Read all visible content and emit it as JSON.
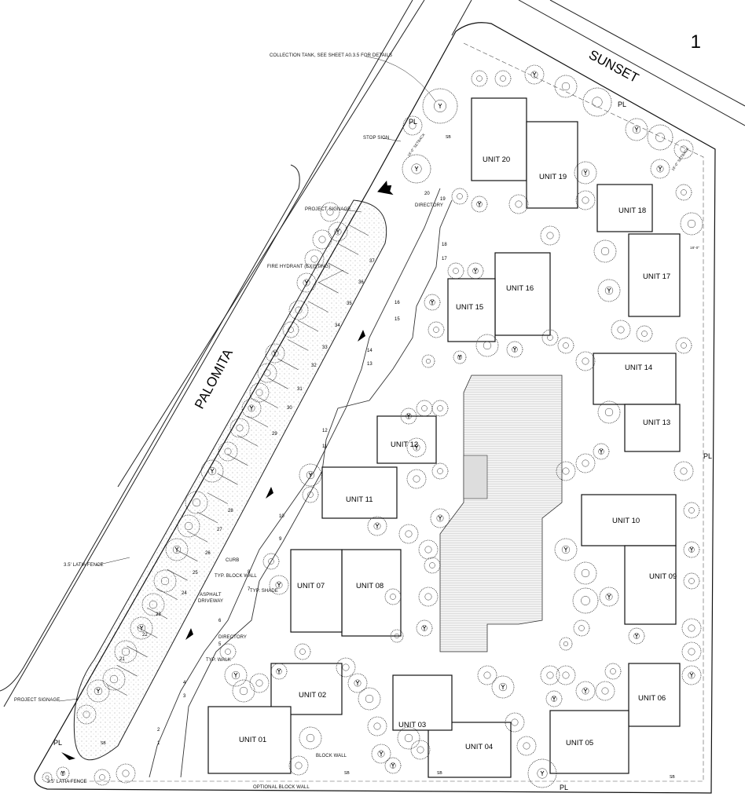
{
  "sheet_number": "1",
  "streets": {
    "north": "SUNSET",
    "west": "PALOMITA"
  },
  "units": [
    {
      "id": "u20",
      "label": "UNIT 20"
    },
    {
      "id": "u19",
      "label": "UNIT 19"
    },
    {
      "id": "u18",
      "label": "UNIT 18"
    },
    {
      "id": "u17",
      "label": "UNIT 17"
    },
    {
      "id": "u16",
      "label": "UNIT 16"
    },
    {
      "id": "u15",
      "label": "UNIT 15"
    },
    {
      "id": "u14",
      "label": "UNIT 14"
    },
    {
      "id": "u13",
      "label": "UNIT 13"
    },
    {
      "id": "u12",
      "label": "UNIT 12"
    },
    {
      "id": "u11",
      "label": "UNIT 11"
    },
    {
      "id": "u10",
      "label": "UNIT 10"
    },
    {
      "id": "u09",
      "label": "UNIT 09"
    },
    {
      "id": "u08",
      "label": "UNIT 08"
    },
    {
      "id": "u07",
      "label": "UNIT 07"
    },
    {
      "id": "u06",
      "label": "UNIT 06"
    },
    {
      "id": "u05",
      "label": "UNIT 05"
    },
    {
      "id": "u04",
      "label": "UNIT 04"
    },
    {
      "id": "u03",
      "label": "UNIT 03"
    },
    {
      "id": "u02",
      "label": "UNIT 02"
    },
    {
      "id": "u01",
      "label": "UNIT 01"
    }
  ],
  "annotations": {
    "collection_tank": "COLLECTION TANK, SEE SHEET A0.3.5 FOR DETAILS",
    "stop_sign": "STOP SIGN",
    "project_signage_top": "PROJECT SIGNAGE",
    "fire_hydrant": "FIRE HYDRANT (EXISTING)",
    "directory_top": "DIRECTORY",
    "curb": "CURB",
    "typ_block_wall": "TYP. BLOCK WALL",
    "typ_shade": "TYP. SHADE",
    "asphalt_driveway_1": "ASPHALT",
    "asphalt_driveway_2": "DRIVEWAY",
    "directory_bottom": "DIRECTORY",
    "typ_walk": "TYP. WALK",
    "latia_fence_mid": "3.5' LATIA FENCE",
    "project_signage_bottom": "PROJECT SIGNAGE",
    "latia_fence_bottom": "3.5' LATIA FENCE",
    "block_wall": "BLOCK WALL",
    "optional_block_wall": "OPTIONAL BLOCK WALL",
    "setback_1": "18'-0\" SETBACK",
    "setback_2": "18'-0\" SETBACK",
    "setback_3": "18'-0\"",
    "property_line": "PL",
    "sb": "SB"
  },
  "parking_numbers": [
    "1",
    "2",
    "3",
    "4",
    "5",
    "6",
    "7",
    "8",
    "9",
    "10",
    "11",
    "12",
    "13",
    "14",
    "15",
    "16",
    "17",
    "18",
    "19",
    "20",
    "21",
    "22",
    "23",
    "24",
    "25",
    "26",
    "27",
    "28",
    "29",
    "30",
    "31",
    "32",
    "33",
    "34",
    "35",
    "36",
    "37"
  ]
}
